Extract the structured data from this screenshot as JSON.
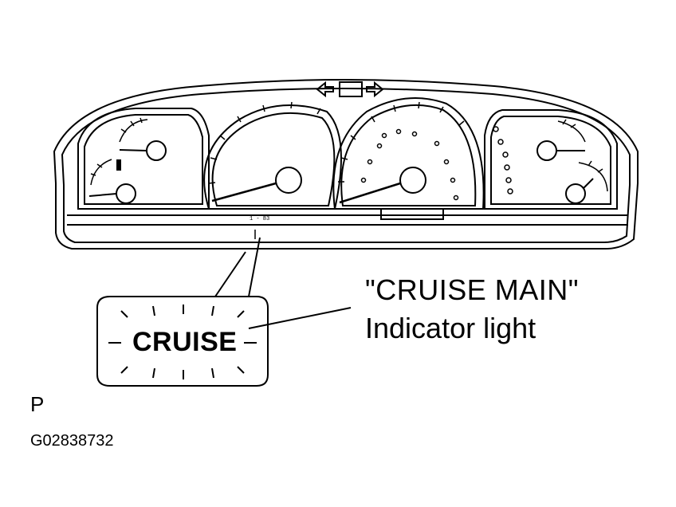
{
  "callout": {
    "title": "\"CRUISE MAIN\"",
    "subtitle": "Indicator light"
  },
  "indicator": {
    "text": "CRUISE"
  },
  "panel_small_text": "1 - 83",
  "corner_mark": "P",
  "figure_code": "G02838732"
}
